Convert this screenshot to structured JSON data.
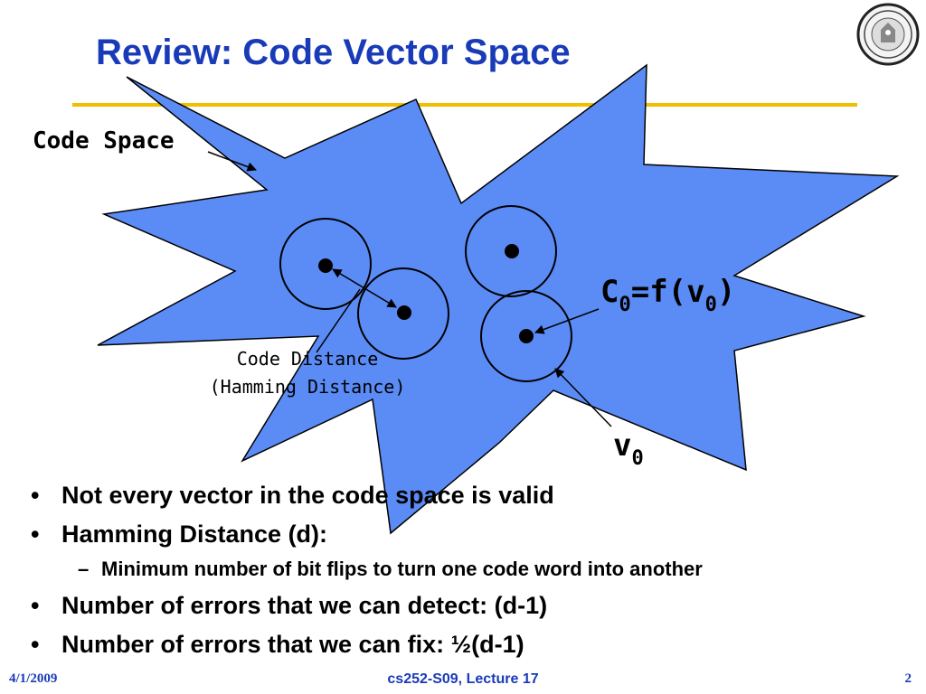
{
  "slide": {
    "title": "Review: Code Vector Space",
    "labels": {
      "code_space": "Code Space",
      "code_distance_line1": "Code Distance",
      "code_distance_line2": "(Hamming Distance)",
      "c0_main": "C",
      "c0_sub": "0",
      "c0_mid": "=f(v",
      "c0_sub2": "0",
      "c0_end": ")",
      "v0_main": "v",
      "v0_sub": "0"
    },
    "bullets": [
      {
        "text": "Not every vector in the code space is valid"
      },
      {
        "text": "Hamming Distance (d):"
      },
      {
        "text": "Minimum number of bit flips to turn one code word into another",
        "level": 2
      },
      {
        "text": "Number of errors that we can detect: (d-1)"
      },
      {
        "text": "Number of errors that we can fix: ½(d-1)"
      }
    ],
    "bullet_glyph": "•",
    "sub_glyph": "–"
  },
  "footer": {
    "date": "4/1/2009",
    "course": "cs252-S09, Lecture 17",
    "page": "2"
  },
  "colors": {
    "title": "#1a3bb8",
    "rule": "#f0c000",
    "star_fill": "#5b8cf6",
    "footer": "#1a3bb8"
  }
}
